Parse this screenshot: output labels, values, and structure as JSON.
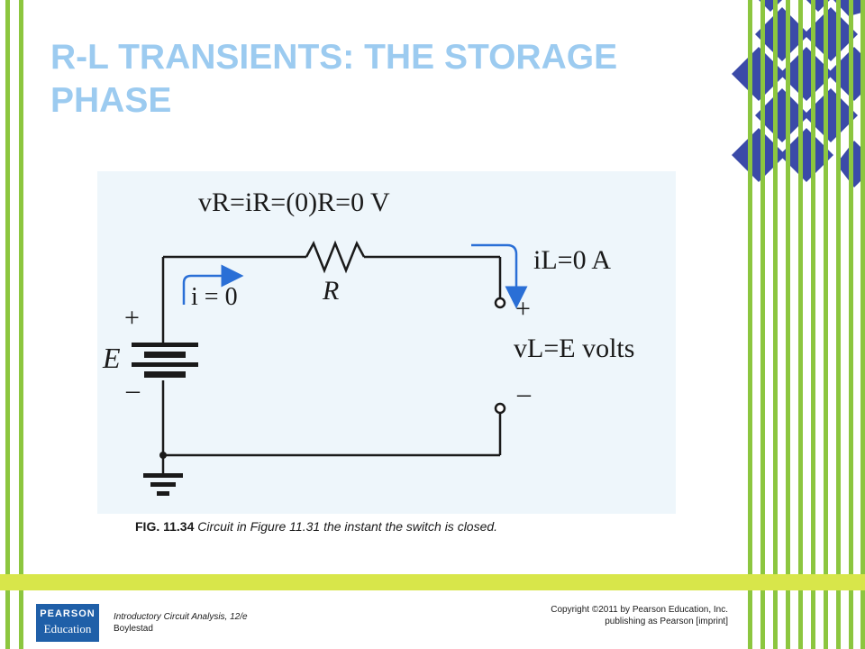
{
  "slide": {
    "title_line1": "R-L TRANSIENTS: THE STORAGE",
    "title_line2": "PHASE"
  },
  "figure": {
    "equation_vr": "vR=iR=(0)R=0 V",
    "resistor_label": "R",
    "current_label": "i = 0",
    "battery_label": "E",
    "battery_plus": "+",
    "battery_minus": "–",
    "inductor_current": "iL=0 A",
    "terminal_plus": "+",
    "terminal_minus": "–",
    "inductor_voltage": "vL=E volts"
  },
  "caption": {
    "id": "FIG. 11.34",
    "text": "Circuit in Figure 11.31 the instant the switch is closed."
  },
  "footer": {
    "logo_line1": "PEARSON",
    "logo_line2": "Education",
    "book_title": "Introductory Circuit Analysis, 12/e",
    "author": "Boylestad",
    "copyright_line1": "Copyright ©2011 by Pearson Education, Inc.",
    "copyright_line2": "publishing as Pearson [imprint]"
  },
  "colors": {
    "title": "#9ccbf0",
    "stripe_green": "#8cc63f",
    "diamond_blue": "#3b4aa8",
    "arrow_blue": "#2a6fd6",
    "footer_bar": "#d8e64a",
    "logo_blue": "#1f5fa8"
  }
}
